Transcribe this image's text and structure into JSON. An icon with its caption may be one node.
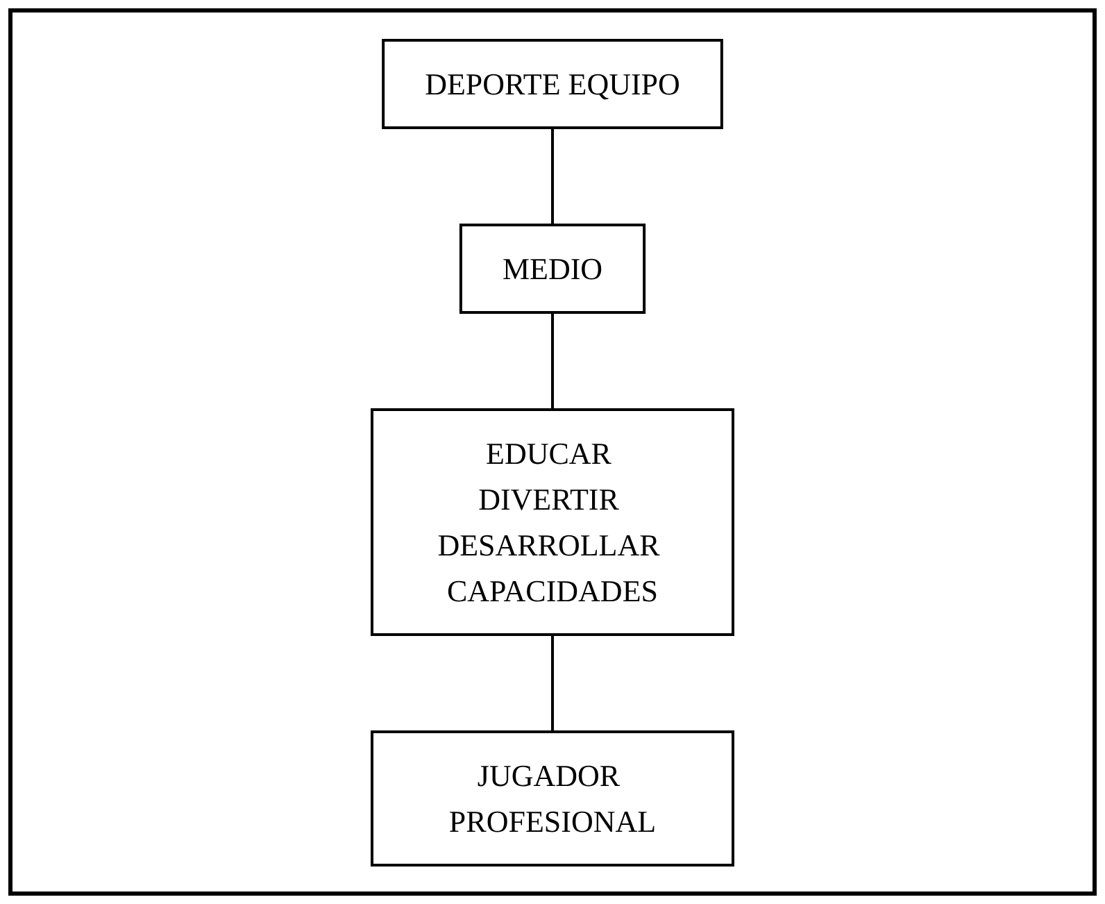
{
  "diagram": {
    "nodes": [
      {
        "text": [
          "DEPORTE EQUIPO"
        ]
      },
      {
        "text": [
          "MEDIO"
        ]
      },
      {
        "text": [
          "EDUCAR DIVERTIR DESARROLLAR CAPACIDADES"
        ]
      },
      {
        "text": [
          "JUGADOR PROFESIONAL"
        ]
      }
    ],
    "edges": [
      {
        "from": 0,
        "to": 1,
        "arrow": "none"
      },
      {
        "from": 1,
        "to": 2,
        "arrow": "none"
      },
      {
        "from": 2,
        "to": 3,
        "arrow": "none"
      }
    ]
  }
}
